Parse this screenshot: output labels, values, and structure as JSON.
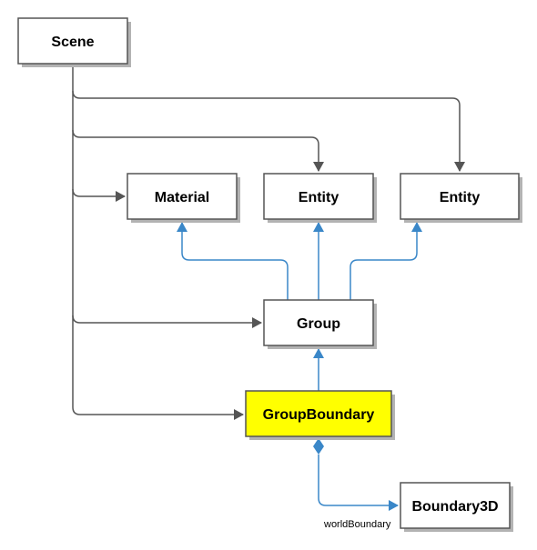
{
  "diagram": {
    "nodes": {
      "scene": {
        "label": "Scene"
      },
      "material": {
        "label": "Material"
      },
      "entity1": {
        "label": "Entity"
      },
      "entity2": {
        "label": "Entity"
      },
      "group": {
        "label": "Group"
      },
      "group_boundary": {
        "label": "GroupBoundary",
        "highlighted": true
      },
      "boundary3d": {
        "label": "Boundary3D"
      }
    },
    "edges": [
      {
        "from": "scene",
        "to": "entity2",
        "color": "#555555",
        "arrow": "open-triangle"
      },
      {
        "from": "scene",
        "to": "entity1",
        "color": "#555555",
        "arrow": "open-triangle"
      },
      {
        "from": "scene",
        "to": "material",
        "color": "#555555",
        "arrow": "open-triangle"
      },
      {
        "from": "scene",
        "to": "group",
        "color": "#555555",
        "arrow": "open-triangle"
      },
      {
        "from": "scene",
        "to": "group_boundary",
        "color": "#555555",
        "arrow": "open-triangle"
      },
      {
        "from": "group",
        "to": "material",
        "color": "#3a87c8",
        "arrow": "triangle"
      },
      {
        "from": "group",
        "to": "entity1",
        "color": "#3a87c8",
        "arrow": "triangle"
      },
      {
        "from": "group",
        "to": "entity2",
        "color": "#3a87c8",
        "arrow": "triangle"
      },
      {
        "from": "group_boundary",
        "to": "group",
        "color": "#3a87c8",
        "arrow": "triangle"
      },
      {
        "from": "group_boundary",
        "to": "boundary3d",
        "color": "#3a87c8",
        "arrow": "diamond-to-triangle"
      }
    ],
    "edge_labels": {
      "world_boundary": "worldBoundary"
    },
    "colors": {
      "node_fill": "#ffffff",
      "node_stroke": "#555555",
      "highlight_fill": "#ffff00",
      "shadow": "#b3b3b3",
      "scene_edge": "#555555",
      "link_edge": "#3a87c8"
    }
  }
}
